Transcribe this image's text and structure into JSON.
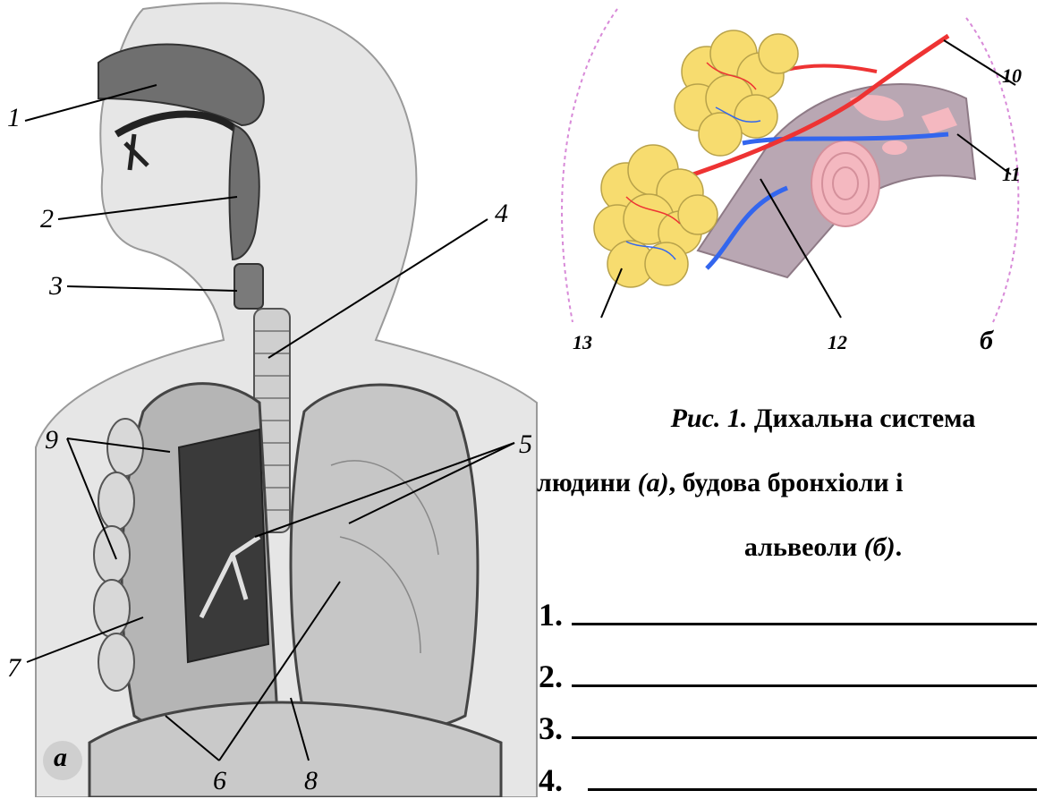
{
  "figure_a": {
    "labels": [
      "1",
      "2",
      "3",
      "4",
      "5",
      "6",
      "7",
      "8",
      "9"
    ],
    "panel_letter": "а"
  },
  "figure_b": {
    "labels": [
      "10",
      "11",
      "12",
      "13"
    ],
    "panel_letter": "б"
  },
  "caption": {
    "prefix": "Рис. 1.",
    "line1_rest": " Дихальна система",
    "line2_a": "людини ",
    "line2_a_mark": "(а)",
    "line2_b": ", будова бронхіоли і",
    "line3_a": "альвеоли ",
    "line3_b_mark": "(б)",
    "line3_end": "."
  },
  "answers": [
    {
      "number": "1."
    },
    {
      "number": "2."
    },
    {
      "number": "3."
    },
    {
      "number": "4."
    }
  ],
  "colors": {
    "artery": "#ee3333",
    "vein": "#3366ee",
    "alveoli": "#f7dc6f",
    "bronchiole": "#b8a4b0",
    "cartilage": "#f4b8c0"
  }
}
